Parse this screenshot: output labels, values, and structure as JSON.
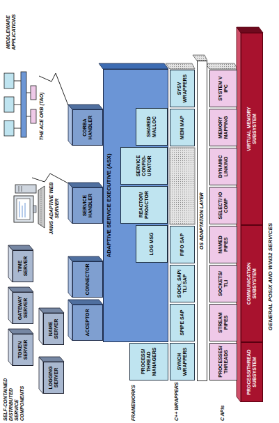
{
  "diagram": {
    "nodes": [
      {
        "text": [
          "TOKEN SERVER"
        ]
      },
      {
        "text": [
          "GATEWAY SERVER"
        ]
      },
      {
        "text": [
          "TIME SERVER"
        ]
      },
      {
        "text": [
          "LOGGING SERVER"
        ]
      },
      {
        "text": [
          "NAME SERVER"
        ]
      },
      {
        "text": [
          "ACCEPTOR"
        ]
      },
      {
        "text": [
          "CONNECTOR"
        ]
      },
      {
        "text": [
          "SERVICE HANDLER"
        ]
      },
      {
        "text": [
          "CORBA HANDLER"
        ]
      },
      {
        "text": [
          "ADAPTIVE SERVICE EXECUTIVE (ASX)"
        ]
      },
      {
        "text": [
          "LOG MSG"
        ],
        "in": 9
      },
      {
        "text": [
          "REACTOR/ PROACTOR"
        ],
        "in": 9
      },
      {
        "text": [
          "SERVICE CONFIG- URATOR"
        ],
        "in": 9
      },
      {
        "text": [
          "SHARED MALLOC"
        ],
        "in": 9
      },
      {
        "text": [
          "PROCESS/ THREAD MANAGERS"
        ]
      },
      {
        "text": [
          "SYNCH WRAPPERS"
        ]
      },
      {
        "text": [
          "SPIPE SAP"
        ]
      },
      {
        "text": [
          "SOCK_SAP/ TLI SAP"
        ]
      },
      {
        "text": [
          "FIFO SAP"
        ]
      },
      {
        "text": [
          "MEM MAP"
        ]
      },
      {
        "text": [
          "SYSV WRAPPERS"
        ]
      },
      {
        "text": [
          "OS ADAPTATION LAYER"
        ]
      },
      {
        "text": [
          "PROCESSES/ THREADS"
        ]
      },
      {
        "text": [
          "STREAM PIPES"
        ]
      },
      {
        "text": [
          "SOCKETS/ TLI"
        ]
      },
      {
        "text": [
          "NAMED PIPES"
        ]
      },
      {
        "text": [
          "SELECT/ IO COMP"
        ]
      },
      {
        "text": [
          "DYNAMIC LINKING"
        ]
      },
      {
        "text": [
          "MEMORY MAPPING"
        ]
      },
      {
        "text": [
          "SYSTEM V IPC"
        ]
      },
      {
        "text": [
          "PROCESS/THREAD SUBSYSTEM"
        ]
      },
      {
        "text": [
          "COMMUNICATION SUBSYSTEM"
        ]
      },
      {
        "text": [
          "VIRTUAL MEMORY SUBSYSTEM"
        ]
      }
    ],
    "labels": [
      "SELF-CONTAINED DISTRIBUTED SERVICE COMPONENTS",
      "FRAMEWORKS",
      "C++ WRAPPERS",
      "C APIs",
      "MIDDLEWARE APPLICATIONS",
      "JAWS ADAPTIVE WEB SERVER",
      "THE ACE ORB (TAO)",
      "GENERAL POSIX AND WIN32 SERVICES"
    ]
  }
}
